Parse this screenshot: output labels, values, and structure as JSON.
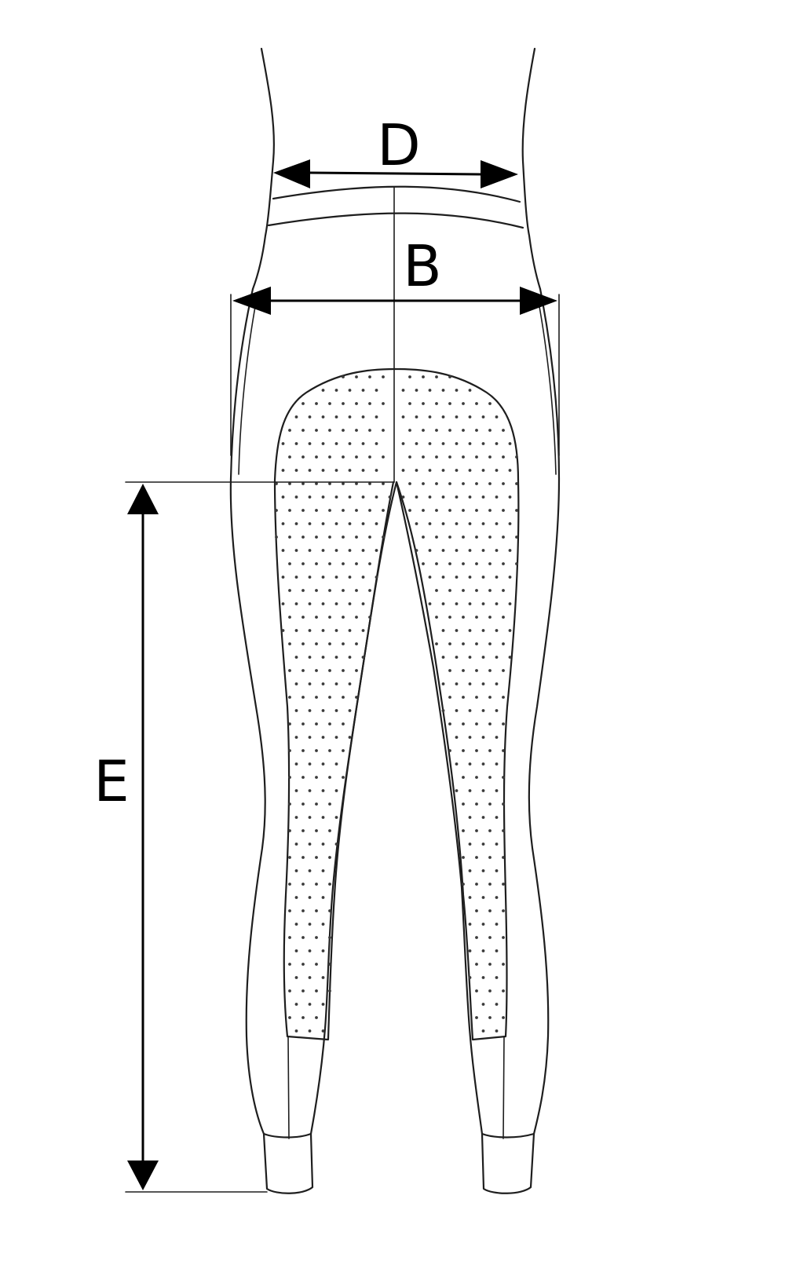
{
  "labels": {
    "waist": "D",
    "hip": "B",
    "inseam": "E"
  },
  "colors": {
    "line": "#1e1e1e",
    "background": "#ffffff",
    "grip_dots": "#3a3a3a"
  }
}
